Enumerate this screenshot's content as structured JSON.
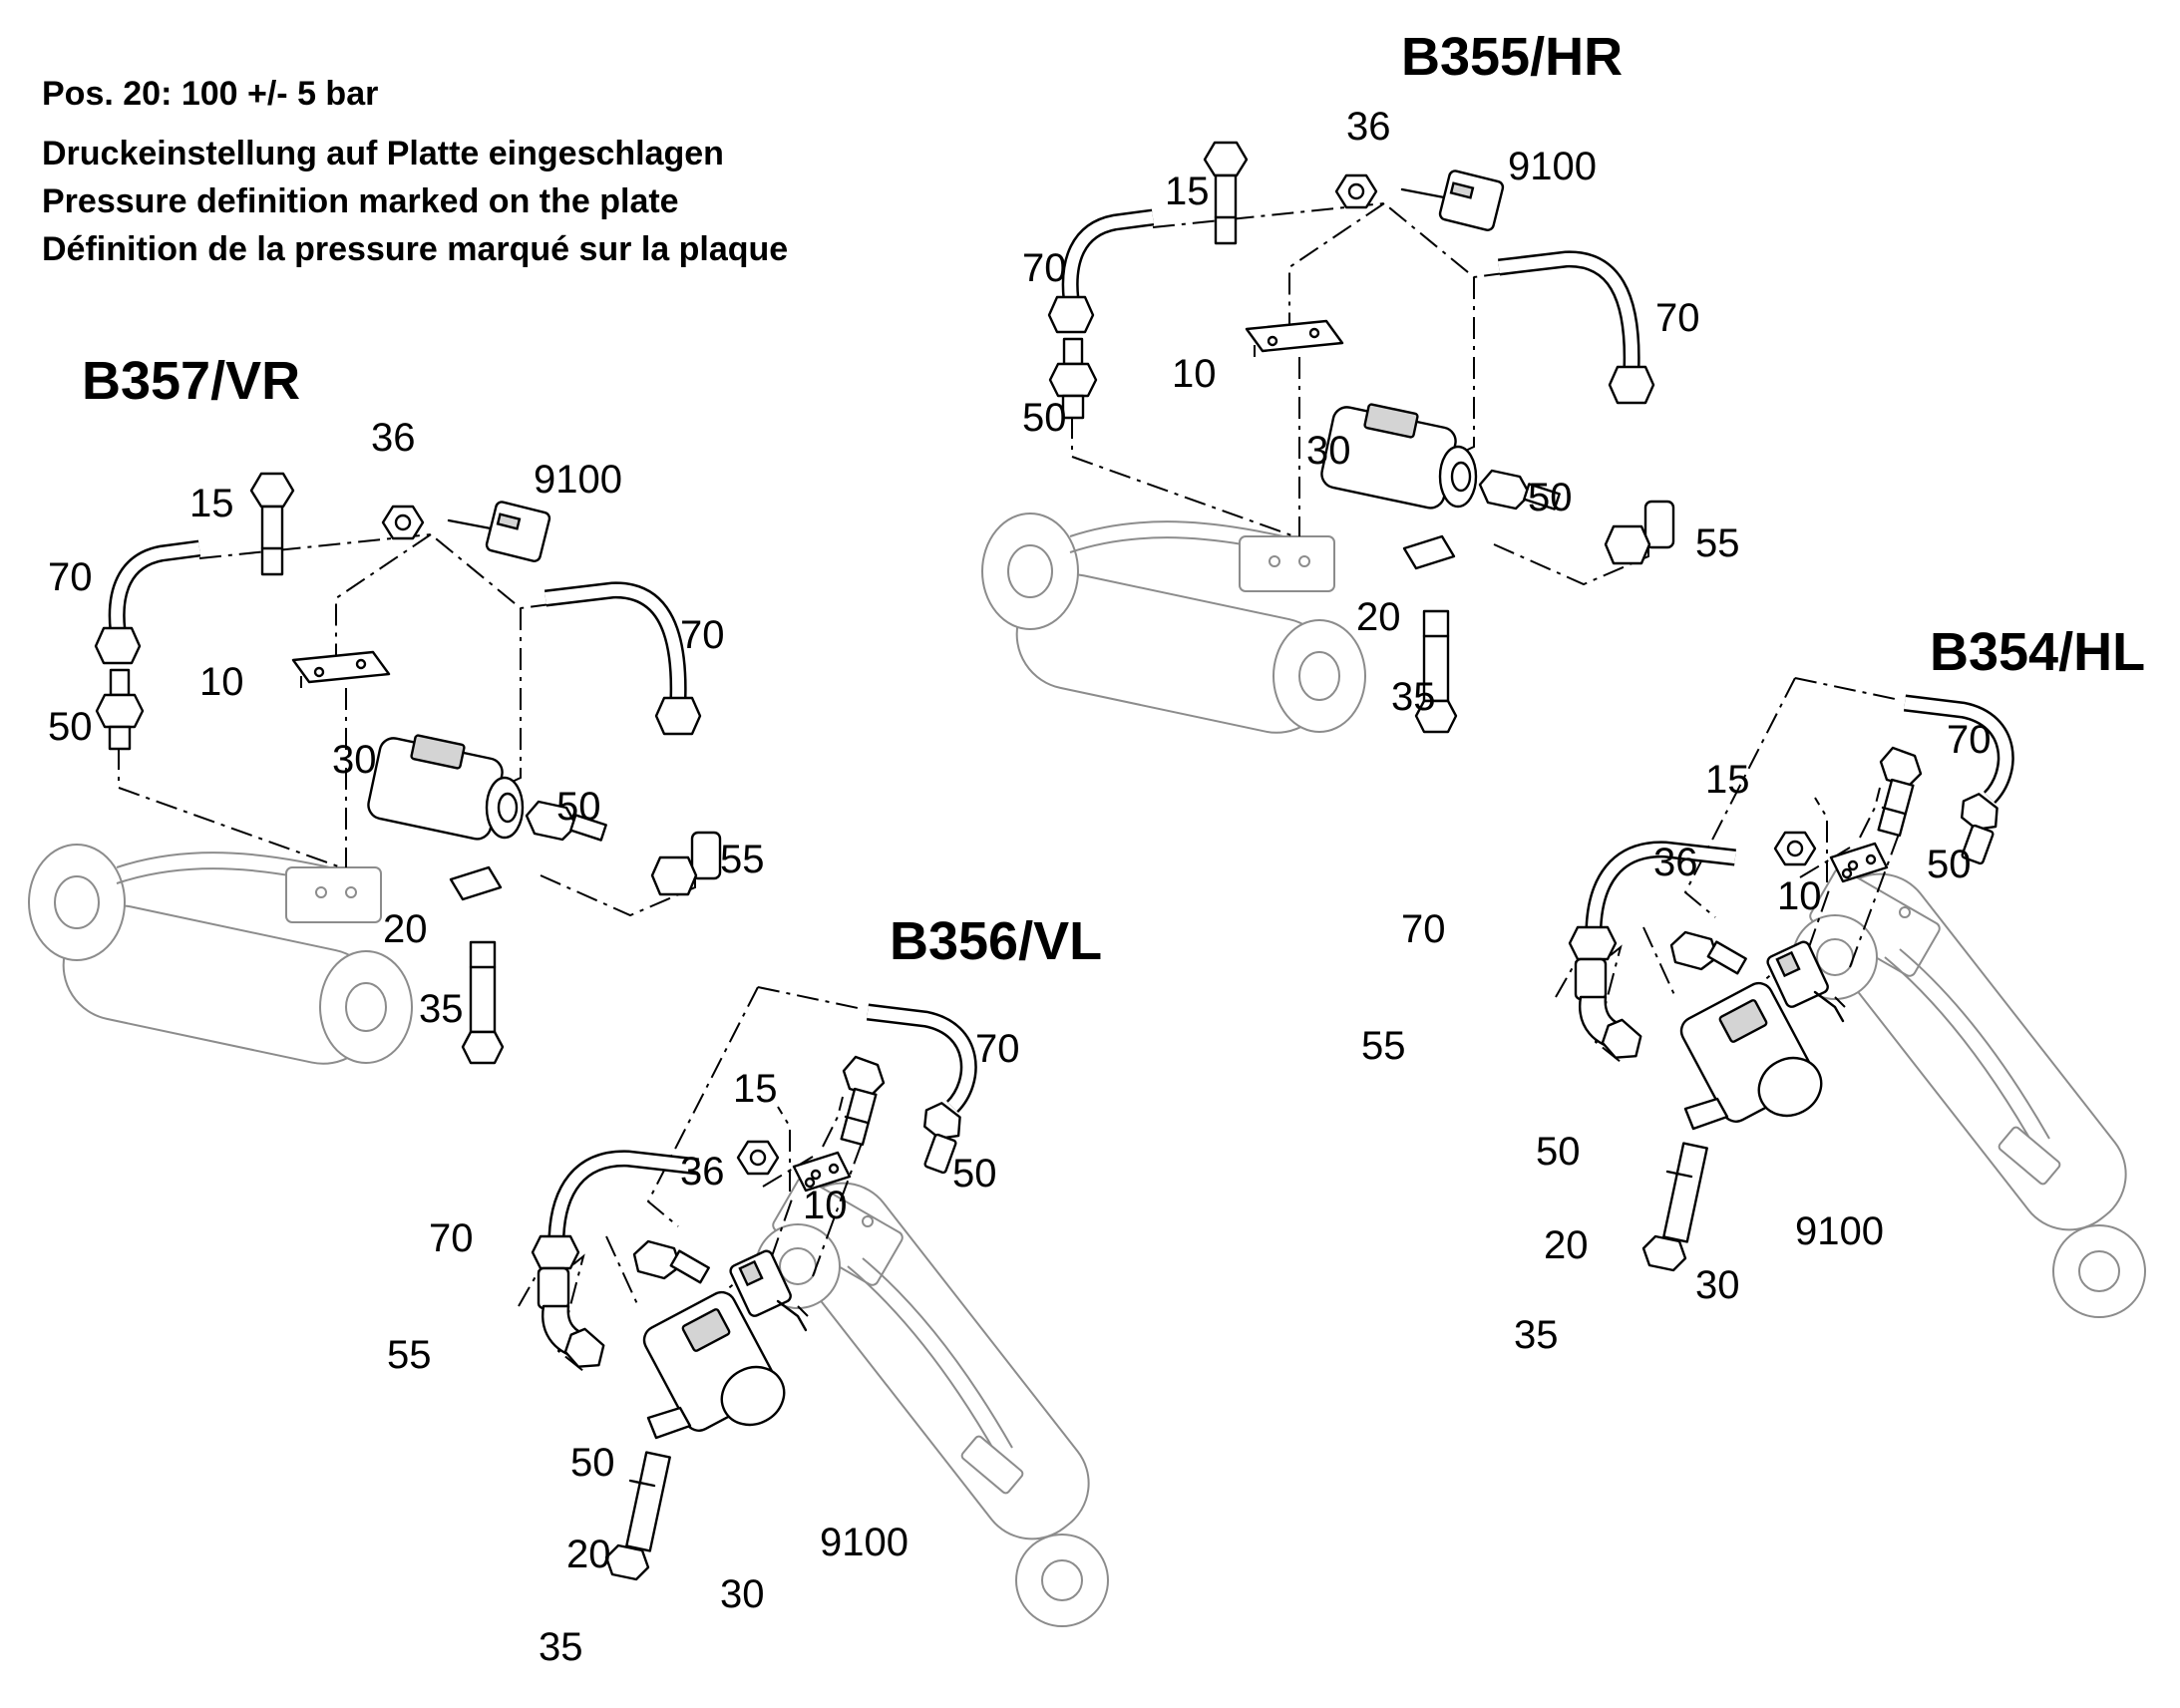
{
  "notes": {
    "pos_line": "Pos. 20:  100 +/- 5 bar",
    "de": "Druckeinstellung auf Platte eingeschlagen",
    "en": "Pressure definition marked on the plate",
    "fr": "Définition de la pressure marqué sur la plaque"
  },
  "groups": {
    "vr": {
      "title": "B357/VR",
      "labels": {
        "p15": "15",
        "p36": "36",
        "p9100": "9100",
        "p70a": "70",
        "p70b": "70",
        "p10": "10",
        "p50a": "50",
        "p30": "30",
        "p50b": "50",
        "p55": "55",
        "p20": "20",
        "p35": "35"
      }
    },
    "hr": {
      "title": "B355/HR",
      "labels": {
        "p15": "15",
        "p36": "36",
        "p9100": "9100",
        "p70a": "70",
        "p70b": "70",
        "p10": "10",
        "p50a": "50",
        "p30": "30",
        "p50b": "50",
        "p55": "55",
        "p20": "20",
        "p35": "35"
      }
    },
    "vl": {
      "title": "B356/VL",
      "labels": {
        "p70a": "70",
        "p15": "15",
        "p50a": "50",
        "p36": "36",
        "p10": "10",
        "p70b": "70",
        "p55": "55",
        "p50b": "50",
        "p9100": "9100",
        "p20": "20",
        "p30": "30",
        "p35": "35"
      }
    },
    "hl": {
      "title": "B354/HL",
      "labels": {
        "p70a": "70",
        "p15": "15",
        "p50a": "50",
        "p36": "36",
        "p10": "10",
        "p70b": "70",
        "p55": "55",
        "p50b": "50",
        "p9100": "9100",
        "p20": "20",
        "p30": "30",
        "p35": "35"
      }
    }
  }
}
